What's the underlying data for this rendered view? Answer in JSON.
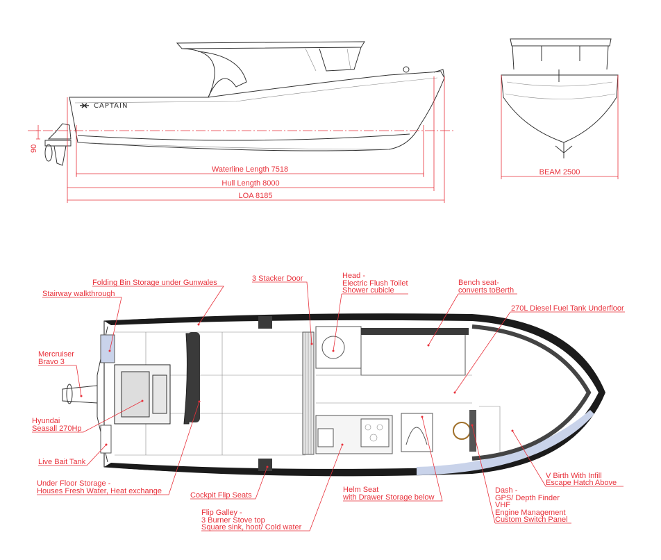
{
  "side_view": {
    "logo_text": "CAPTAIN",
    "draft_dim": "90",
    "waterline_length": "Waterline Length 7518",
    "hull_length": "Hull Length 8000",
    "loa": "LOA 8185"
  },
  "front_view": {
    "beam": "BEAM 2500"
  },
  "plan_view": {
    "labels": {
      "folding_bin": "Folding Bin Storage under Gunwales",
      "stairway": "Stairway walkthrough",
      "stacker_door": "3 Stacker Door",
      "head": [
        "Head -",
        "Electric Flush Toilet",
        "Shower cubicle"
      ],
      "bench": [
        "Bench seat-",
        "converts toBerth"
      ],
      "fuel_tank": "270L Diesel Fuel Tank Underfloor",
      "mercruiser": [
        "Mercruiser",
        "Bravo 3"
      ],
      "hyundai": [
        "Hyundai",
        "Seasall 270Hp"
      ],
      "live_bait": "Live Bait Tank",
      "under_floor": [
        "Under Floor Storage -",
        "Houses Fresh Water, Heat exchange"
      ],
      "cockpit_seats": "Cockpit Flip Seats",
      "galley": [
        "Flip Galley -",
        "3 Burner Stove top",
        "Square sink, hoot/ Cold water"
      ],
      "helm": [
        "Helm Seat",
        "with Drawer Storage below"
      ],
      "dash": [
        "Dash -",
        "GPS/ Depth Finder",
        "VHF",
        "Engine Management",
        "Custom Switch Panel"
      ],
      "v_berth": [
        "V Birth With Infill",
        "Escape Hatch Above"
      ]
    }
  },
  "colors": {
    "annotation": "#e8303a",
    "line": "#333333",
    "hull_dark": "#222222",
    "accent_blue": "#c9d3ea"
  }
}
